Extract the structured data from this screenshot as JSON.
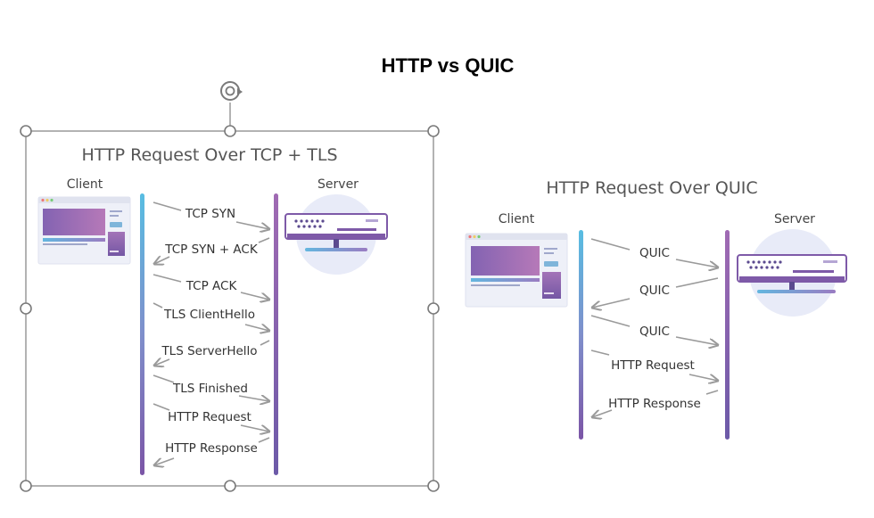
{
  "page_title": "HTTP  vs QUIC",
  "tcp_diagram": {
    "title": "HTTP Request Over TCP + TLS",
    "client_label": "Client",
    "server_label": "Server",
    "messages": [
      {
        "label": "TCP SYN",
        "direction": "to-server"
      },
      {
        "label": "TCP SYN + ACK",
        "direction": "to-client"
      },
      {
        "label": "TCP ACK",
        "direction": "to-server"
      },
      {
        "label": "TLS ClientHello",
        "direction": "to-server"
      },
      {
        "label": "TLS ServerHello",
        "direction": "to-client"
      },
      {
        "label": "TLS Finished",
        "direction": "to-server"
      },
      {
        "label": "HTTP Request",
        "direction": "to-server"
      },
      {
        "label": "HTTP Response",
        "direction": "to-client"
      }
    ]
  },
  "quic_diagram": {
    "title": "HTTP Request Over QUIC",
    "client_label": "Client",
    "server_label": "Server",
    "messages": [
      {
        "label": "QUIC",
        "direction": "to-server"
      },
      {
        "label": "QUIC",
        "direction": "to-client"
      },
      {
        "label": "QUIC",
        "direction": "to-server"
      },
      {
        "label": "HTTP Request",
        "direction": "to-server"
      },
      {
        "label": "HTTP Response",
        "direction": "to-client"
      }
    ]
  },
  "colors": {
    "client_line_top": "#5bb8df",
    "client_line_bottom": "#7b5ea8",
    "server_line": "#8e63ad",
    "browser_accent": "#9a63b0",
    "server_disc": "#e7eaf7"
  },
  "icons": {
    "client": "browser-window-icon",
    "server": "server-rack-icon",
    "rotate": "rotate-handle-icon"
  }
}
